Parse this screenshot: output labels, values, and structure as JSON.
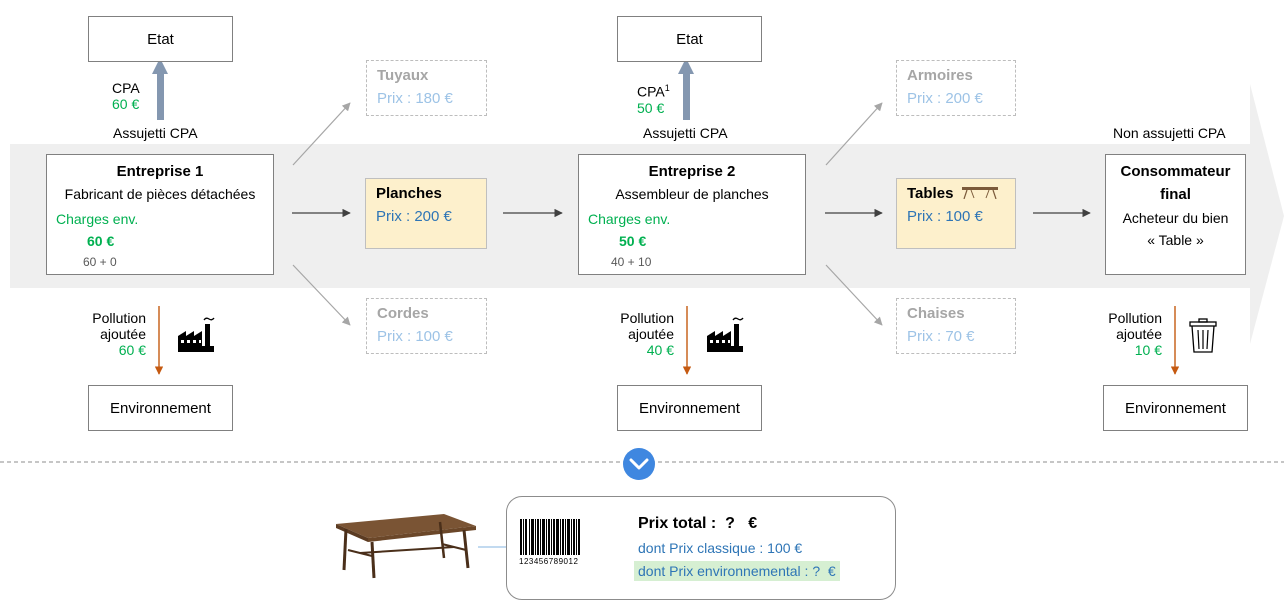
{
  "top_left": {
    "etat_label": "Etat",
    "cpa_label": "CPA",
    "cpa_value": "60 €",
    "assujetti": "Assujetti CPA"
  },
  "top_mid": {
    "etat_label": "Etat",
    "cpa_label": "CPA",
    "cpa_sup": "1",
    "cpa_value": "50 €",
    "assujetti": "Assujetti CPA"
  },
  "non_assujetti": "Non assujetti CPA",
  "entreprise1": {
    "title": "Entreprise 1",
    "subtitle": "Fabricant de pièces détachées",
    "charges_label": "Charges env.",
    "charges_value": "60 €",
    "charges_detail": "60 + 0"
  },
  "entreprise2": {
    "title": "Entreprise 2",
    "subtitle": "Assembleur de planches",
    "charges_label": "Charges env.",
    "charges_value": "50 €",
    "charges_detail": "40 + 10"
  },
  "consommateur": {
    "title_line1": "Consommateur",
    "title_line2": "final",
    "line3": "Acheteur du bien",
    "line4": "« Table »"
  },
  "products": {
    "planches": {
      "name": "Planches",
      "price": "Prix : 200 €"
    },
    "tables": {
      "name": "Tables",
      "price": "Prix : 100 €"
    }
  },
  "alternatives": {
    "tuyaux": {
      "name": "Tuyaux",
      "price": "Prix : 180 €"
    },
    "cordes": {
      "name": "Cordes",
      "price": "Prix : 100 €"
    },
    "armoires": {
      "name": "Armoires",
      "price": "Prix : 200 €"
    },
    "chaises": {
      "name": "Chaises",
      "price": "Prix : 70 €"
    }
  },
  "pollution": {
    "p1": {
      "line1": "Pollution",
      "line2": "ajoutée",
      "value": "60 €"
    },
    "p2": {
      "line1": "Pollution",
      "line2": "ajoutée",
      "value": "40 €"
    },
    "p3": {
      "line1": "Pollution",
      "line2": "ajoutée",
      "value": "10 €"
    }
  },
  "environnement": {
    "e1": "Environnement",
    "e2": "Environnement",
    "e3": "Environnement"
  },
  "label_card": {
    "barcode_number": "123456789012",
    "prix_total": "Prix total :  ?   €",
    "prix_classique": "dont Prix classique : 100 €",
    "prix_env": "dont Prix environnemental : ?  €"
  },
  "icons": {
    "factory": "factory-icon",
    "trash": "trash-icon",
    "chevron": "chevron-down-icon",
    "table": "table-icon"
  },
  "colors": {
    "green": "#00b050",
    "blue": "#2e75b6",
    "product_fill": "#fdf0cc",
    "band": "#efefef",
    "pollution_arrow": "#c55a11",
    "cpa_arrow": "#8497b0",
    "chevron": "#3f87e0"
  }
}
